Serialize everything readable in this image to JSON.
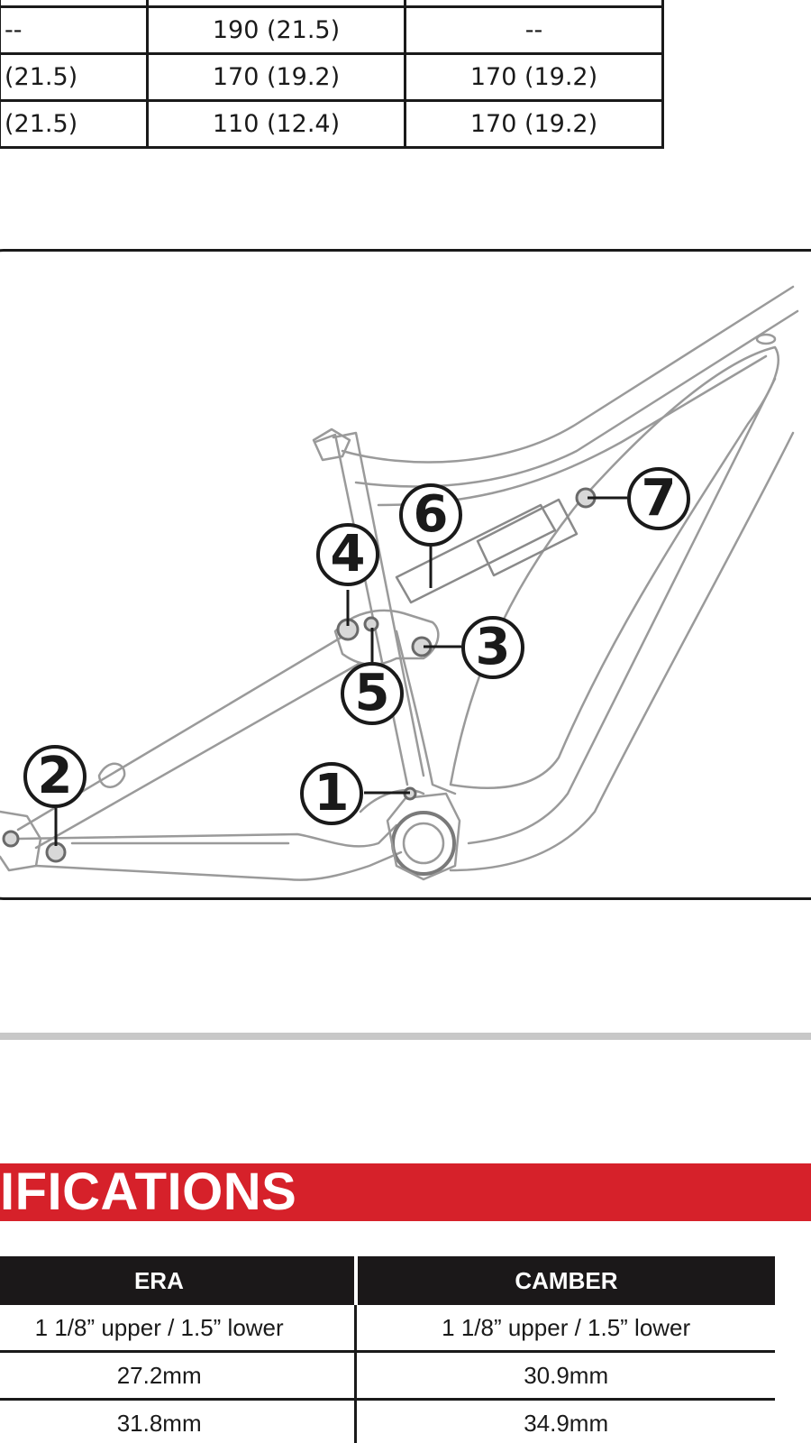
{
  "torque_table": {
    "rows": [
      [
        "--",
        "190 (21.5)",
        "--"
      ],
      [
        "(21.5)",
        "170 (19.2)",
        "170 (19.2)"
      ],
      [
        "(21.5)",
        "110 (12.4)",
        "170 (19.2)"
      ]
    ]
  },
  "diagram": {
    "callouts": [
      "1",
      "2",
      "3",
      "4",
      "5",
      "6",
      "7"
    ]
  },
  "specifications": {
    "title": "IFICATIONS",
    "accent_color": "#d6212a",
    "header_color": "#1b1819",
    "columns": [
      "ERA",
      "CAMBER"
    ],
    "rows": [
      [
        "1 1/8” upper / 1.5” lower",
        "1 1/8” upper / 1.5” lower"
      ],
      [
        "27.2mm",
        "30.9mm"
      ],
      [
        "31.8mm",
        "34.9mm"
      ]
    ]
  }
}
